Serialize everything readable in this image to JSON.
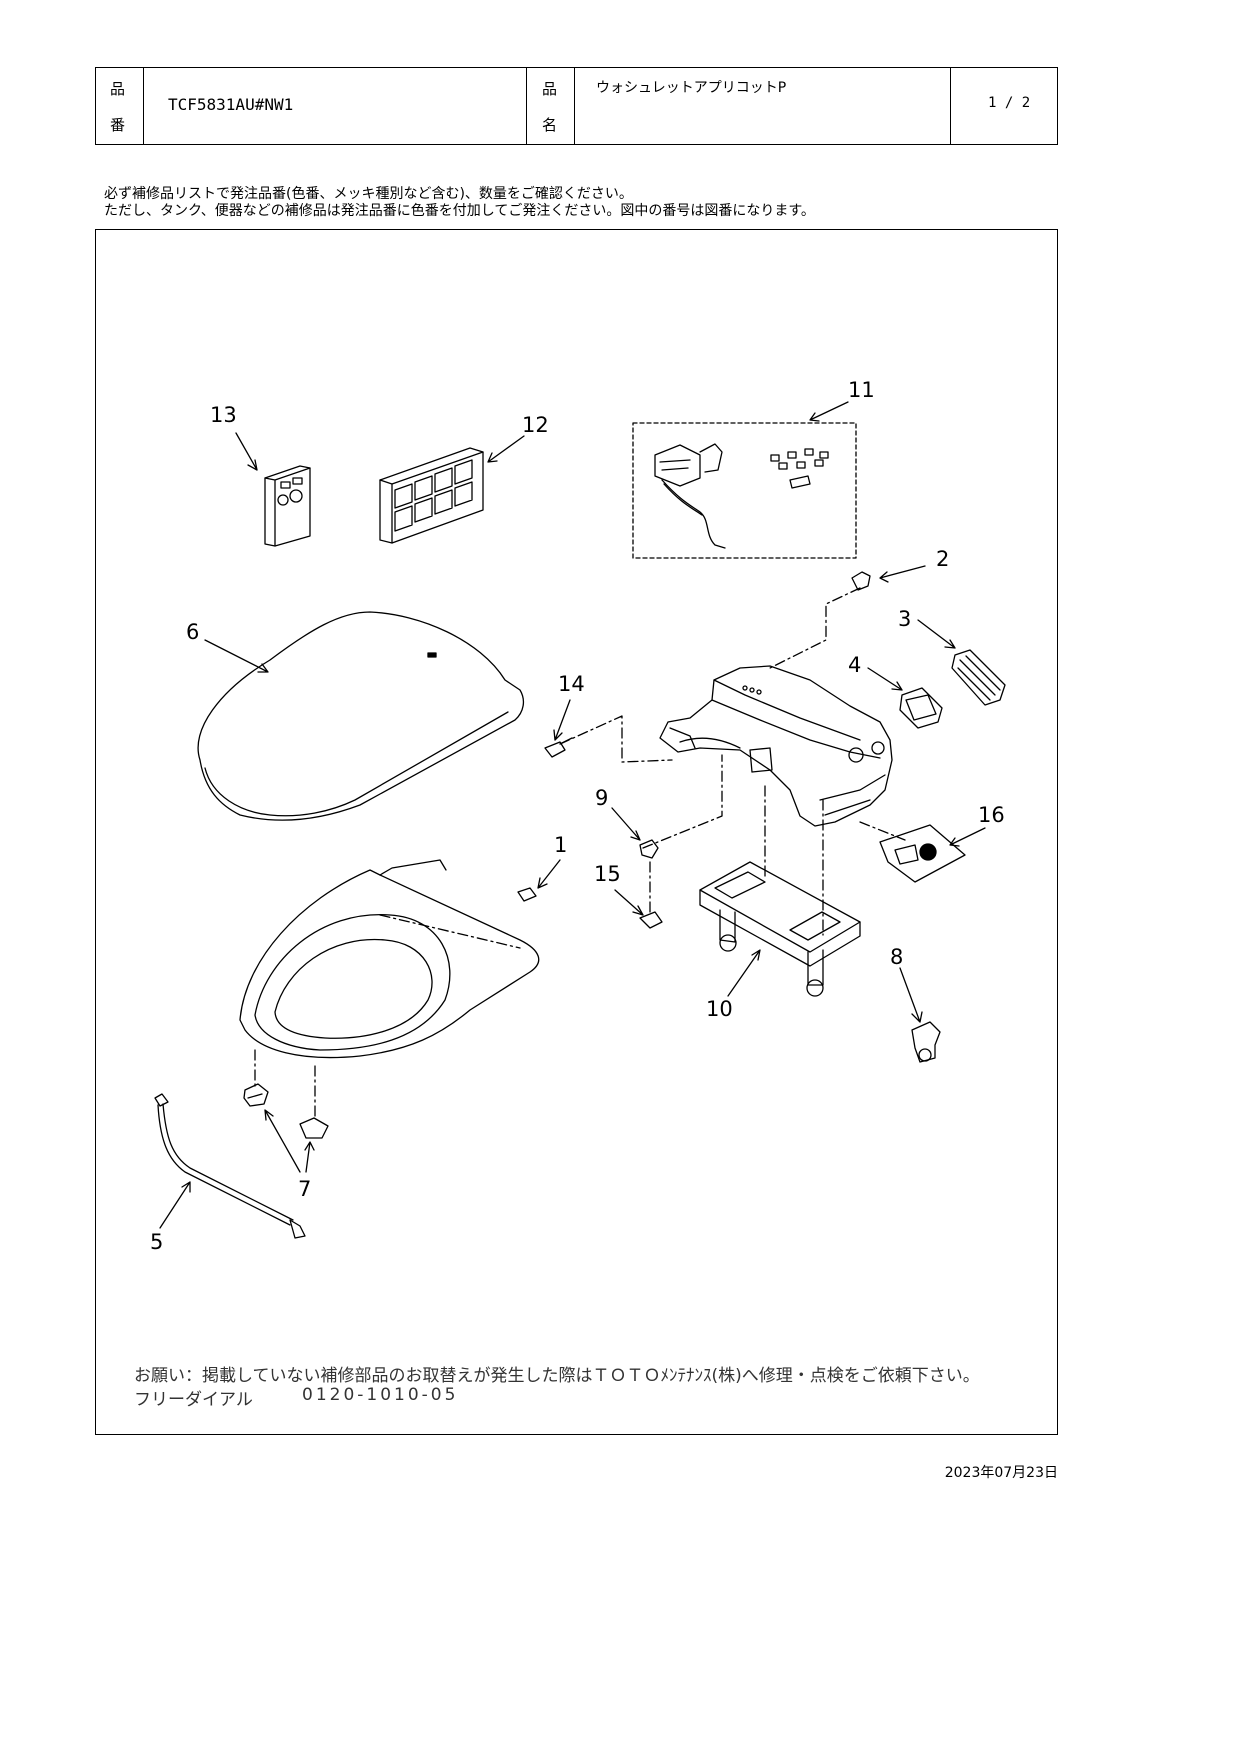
{
  "header": {
    "part_no_label_1": "品",
    "part_no_label_2": "番",
    "part_no": "TCF5831AU#NW1",
    "name_label_1": "品",
    "name_label_2": "名",
    "name": "ウォシュレットアプリコットP",
    "page": "1 / 2"
  },
  "notes": [
    "必ず補修品リストで発注品番(色番、メッキ種別など含む)、数量をご確認ください。",
    "ただし、タンク、便器などの補修品は発注品番に色番を付加してご発注ください。図中の番号は図番になります。"
  ],
  "diagram": {
    "callouts": [
      "1",
      "2",
      "3",
      "4",
      "5",
      "6",
      "7",
      "8",
      "9",
      "10",
      "11",
      "12",
      "13",
      "14",
      "15",
      "16"
    ]
  },
  "footer": {
    "request": "お願い：掲載していない補修部品のお取替えが発生した際はＴＯＴＯﾒﾝﾃﾅﾝｽ(株)へ修理・点検をご依頼下さい。",
    "dial_label": "フリーダイアル",
    "dial_number": "0120-1010-05",
    "date": "2023年07月23日"
  }
}
